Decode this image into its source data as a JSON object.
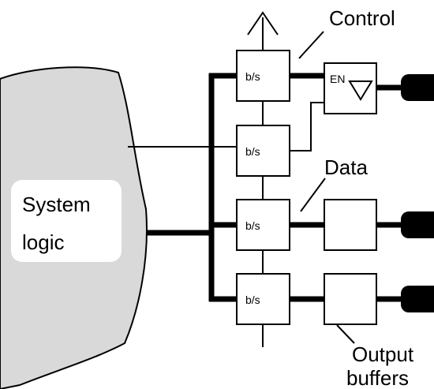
{
  "labels": {
    "control": "Control",
    "data": "Data",
    "system_line1": "System",
    "system_line2": "logic",
    "output_line1": "Output",
    "output_line2": "buffers",
    "enable": "EN"
  },
  "cells": [
    "b/s",
    "b/s",
    "b/s",
    "b/s"
  ],
  "colors": {
    "blob_fill": "#d9d9d9",
    "stroke": "#000000",
    "label_box": "#ffffff"
  }
}
